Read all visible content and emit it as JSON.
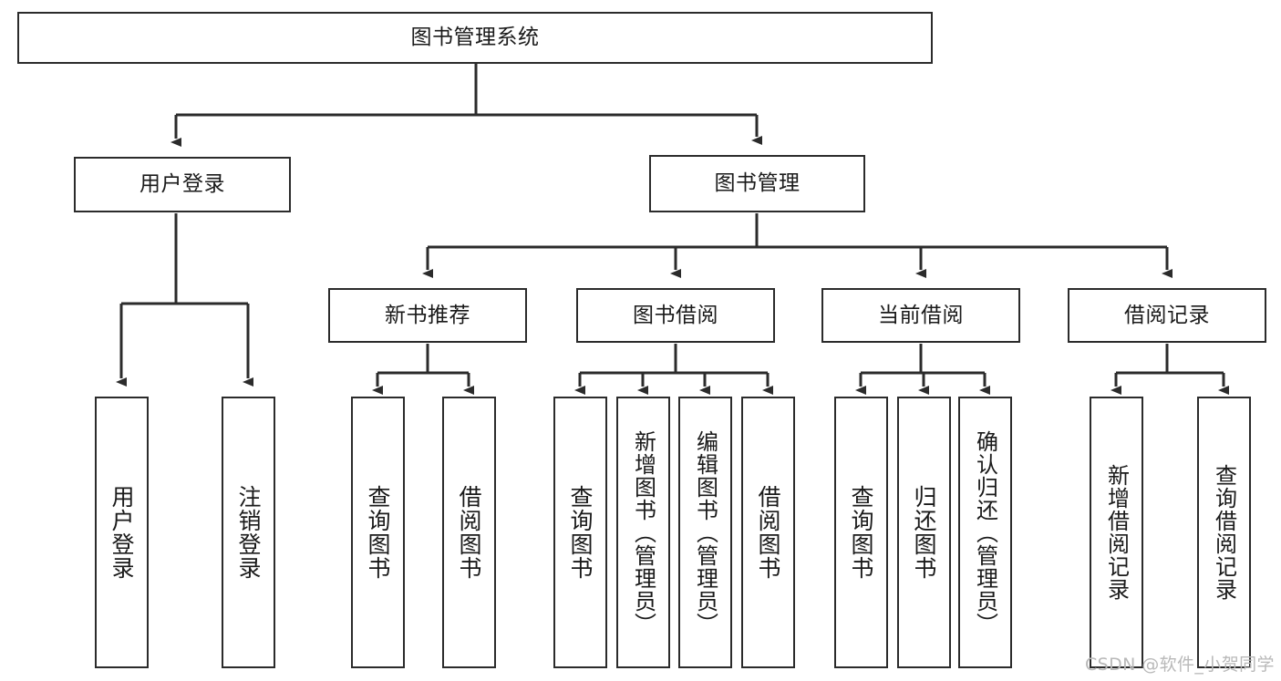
{
  "diagram": {
    "type": "tree-hierarchy",
    "title": "图书管理系统",
    "root": {
      "id": "root",
      "label": "图书管理系统",
      "orientation": "horizontal"
    },
    "level2": [
      {
        "id": "user-login",
        "label": "用户登录",
        "orientation": "horizontal"
      },
      {
        "id": "book-management",
        "label": "图书管理",
        "orientation": "horizontal"
      }
    ],
    "level3": [
      {
        "id": "new-book-recommend",
        "label": "新书推荐",
        "orientation": "horizontal"
      },
      {
        "id": "book-borrow",
        "label": "图书借阅",
        "orientation": "horizontal"
      },
      {
        "id": "current-borrow",
        "label": "当前借阅",
        "orientation": "horizontal"
      },
      {
        "id": "borrow-record",
        "label": "借阅记录",
        "orientation": "horizontal"
      }
    ],
    "leaves": [
      {
        "id": "leaf-user-login",
        "label": "用户登录",
        "parent": "user-login",
        "orientation": "vertical"
      },
      {
        "id": "leaf-user-logout",
        "label": "注销登录",
        "parent": "user-login",
        "orientation": "vertical"
      },
      {
        "id": "leaf-query-book-1",
        "label": "查询图书",
        "parent": "new-book-recommend",
        "orientation": "vertical"
      },
      {
        "id": "leaf-borrow-book-1",
        "label": "借阅图书",
        "parent": "new-book-recommend",
        "orientation": "vertical"
      },
      {
        "id": "leaf-query-book-2",
        "label": "查询图书",
        "parent": "book-borrow",
        "orientation": "vertical"
      },
      {
        "id": "leaf-add-book",
        "label": "新增图书（管理员）",
        "parent": "book-borrow",
        "orientation": "vertical"
      },
      {
        "id": "leaf-edit-book",
        "label": "编辑图书（管理员）",
        "parent": "book-borrow",
        "orientation": "vertical"
      },
      {
        "id": "leaf-borrow-book-2",
        "label": "借阅图书",
        "parent": "book-borrow",
        "orientation": "vertical"
      },
      {
        "id": "leaf-query-book-3",
        "label": "查询图书",
        "parent": "current-borrow",
        "orientation": "vertical"
      },
      {
        "id": "leaf-return-book",
        "label": "归还图书",
        "parent": "current-borrow",
        "orientation": "vertical"
      },
      {
        "id": "leaf-confirm-return",
        "label": "确认归还（管理员）",
        "parent": "current-borrow",
        "orientation": "vertical"
      },
      {
        "id": "leaf-add-record",
        "label": "新增借阅记录",
        "parent": "borrow-record",
        "orientation": "vertical"
      },
      {
        "id": "leaf-query-record",
        "label": "查询借阅记录",
        "parent": "borrow-record",
        "orientation": "vertical"
      }
    ],
    "colors": {
      "stroke": "#2b2b2b",
      "fill": "#ffffff",
      "text": "#1a1a1a",
      "watermark": "#b9b9b9"
    }
  },
  "watermark": {
    "text": "CSDN @软件_小贺同学"
  }
}
